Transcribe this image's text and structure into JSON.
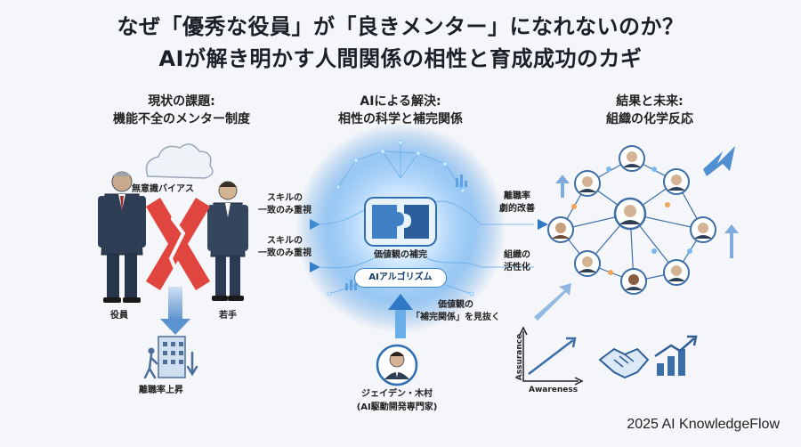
{
  "title": {
    "line1": "なぜ「優秀な役員」が「良きメンター」になれないのか？",
    "line2": "AIが解き明かす人間関係の相性と育成成功のカギ"
  },
  "sections": {
    "problem": {
      "line1": "現状の課題:",
      "line2": "機能不全のメンター制度"
    },
    "solution": {
      "line1": "AIによる解決:",
      "line2": "相性の科学と補完関係"
    },
    "result": {
      "line1": "結果と未来:",
      "line2": "組織の化学反応"
    }
  },
  "labels": {
    "bias": "無意識バイアス",
    "executive": "役員",
    "young": "若手",
    "turnover_up": "離職率上昇",
    "skill1_a": "スキルの",
    "skill1_b": "一致のみ重視",
    "skill2_a": "スキルの",
    "skill2_b": "一致のみ重視",
    "value_complement": "価値観の補完",
    "ai_algorithm": "AIアルゴリズム",
    "see_through_a": "価値観の",
    "see_through_b": "「補完関係」を見抜く",
    "expert_name": "ジェイデン・木村",
    "expert_title": "(AI駆動開発専門家)",
    "turnover_a": "離職率",
    "turnover_b": "劇的改善",
    "activate_a": "組織の",
    "activate_b": "活性化",
    "axis_y": "Assurance",
    "axis_x": "Awareness"
  },
  "footer": "2025 AI KnowledgeFlow",
  "colors": {
    "accent_blue": "#3b84c9",
    "cross_red": "#e0463f",
    "suit_navy": "#2d3e55"
  },
  "icons": [
    "cloud-icon",
    "building-icon",
    "puzzle-icon",
    "handshake-icon",
    "growth-chart-icon"
  ]
}
